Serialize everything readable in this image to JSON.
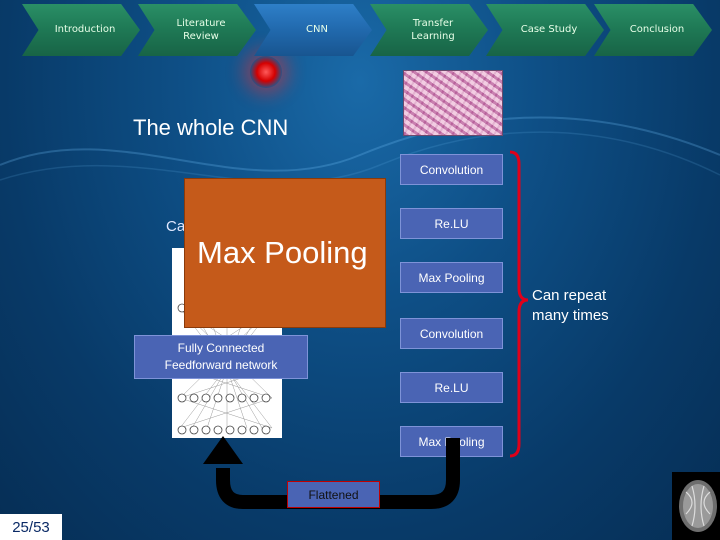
{
  "nav": {
    "items": [
      {
        "label": "Introduction"
      },
      {
        "label": "Literature Review"
      },
      {
        "label": "CNN",
        "active": true
      },
      {
        "label": "Transfer Learning"
      },
      {
        "label": "Case Study"
      },
      {
        "label": "Conclusion"
      }
    ]
  },
  "slide": {
    "title": "The whole CNN",
    "pipeline": {
      "steps": [
        "Convolution",
        "Re.LU",
        "Max Pooling",
        "Convolution",
        "Re.LU",
        "Max Pooling"
      ],
      "repeat_note": [
        "Can repeat",
        "many times"
      ],
      "flattened": "Flattened",
      "fc_label": [
        "Fully Connected",
        "Feedforward network"
      ],
      "partial_label": "Ca"
    },
    "popup": {
      "label": "Max Pooling"
    }
  },
  "footer": {
    "page_number": "25/53"
  },
  "colors": {
    "step_box": "#4a64b4",
    "bracket": "#e0001a",
    "popup": "#c55a1a",
    "nav_green": "#1f7a56",
    "nav_active": "#2169ad",
    "background": "#0e4f86"
  },
  "icons": {
    "loop_arrow": "curved-up-arrow-icon",
    "glow": "red-glow-icon"
  }
}
